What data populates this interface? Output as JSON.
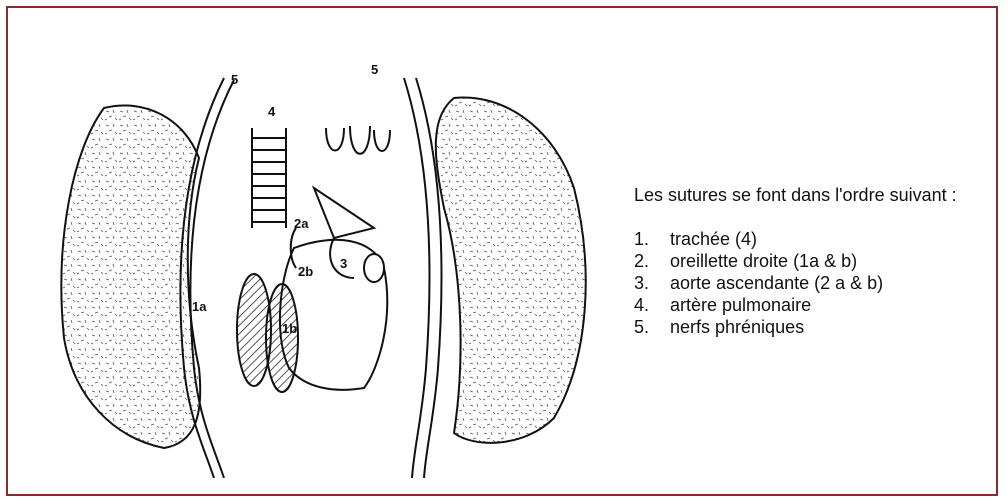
{
  "colors": {
    "frame": "#8b2a2a",
    "ink": "#111111",
    "paper": "#ffffff"
  },
  "figure": {
    "image_name": "heart-lung-transplant-sutures-drawing",
    "labels": {
      "trachea": "4",
      "left_phrenic": "5",
      "right_phrenic": "5",
      "aorta_upper": "2a",
      "aorta_lower": "2b",
      "pulmonary_artery": "3",
      "right_atrium_a": "1a",
      "right_atrium_b": "1b"
    }
  },
  "caption": {
    "intro": "Les sutures se font dans l'ordre suivant :",
    "items": [
      {
        "num": "1.",
        "text": "trachée (4)"
      },
      {
        "num": "2.",
        "text": "oreillette droite (1a & b)"
      },
      {
        "num": "3.",
        "text": "aorte ascendante (2 a & b)"
      },
      {
        "num": "4.",
        "text": "artère pulmonaire"
      },
      {
        "num": "5.",
        "text": "nerfs phréniques"
      }
    ]
  }
}
